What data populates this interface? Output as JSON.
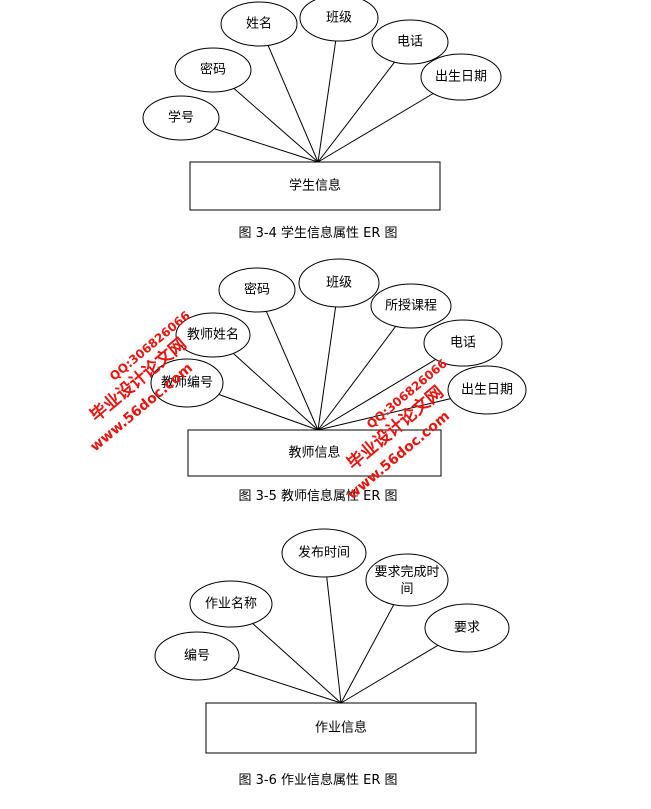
{
  "diagrams": [
    {
      "entity": "学生信息",
      "caption": "图 3-4 学生信息属性 ER 图",
      "attributes": [
        {
          "label": "学号"
        },
        {
          "label": "密码"
        },
        {
          "label": "姓名"
        },
        {
          "label": "班级"
        },
        {
          "label": "电话"
        },
        {
          "label": "出生日期"
        }
      ]
    },
    {
      "entity": "教师信息",
      "caption": "图 3-5 教师信息属性 ER 图",
      "attributes": [
        {
          "label": "教师编号"
        },
        {
          "label": "教师姓名"
        },
        {
          "label": "密码"
        },
        {
          "label": "班级"
        },
        {
          "label": "所授课程"
        },
        {
          "label": "电话"
        },
        {
          "label": "出生日期"
        }
      ]
    },
    {
      "entity": "作业信息",
      "caption": "图 3-6 作业信息属性 ER 图",
      "attributes": [
        {
          "label": "编号"
        },
        {
          "label": "作业名称"
        },
        {
          "label": "发布时间"
        },
        {
          "label": "要求完成时间"
        },
        {
          "label": "要求"
        }
      ]
    }
  ],
  "watermarks": [
    {
      "site": "www.56doc.com",
      "name": "毕业设计论文网",
      "qq": "QQ:306826066"
    },
    {
      "site": "www.56doc.com",
      "name": "毕业设计论文网",
      "qq": "QQ:306826066"
    }
  ],
  "colors": {
    "line": "#000000",
    "watermark": "#e8140f"
  }
}
